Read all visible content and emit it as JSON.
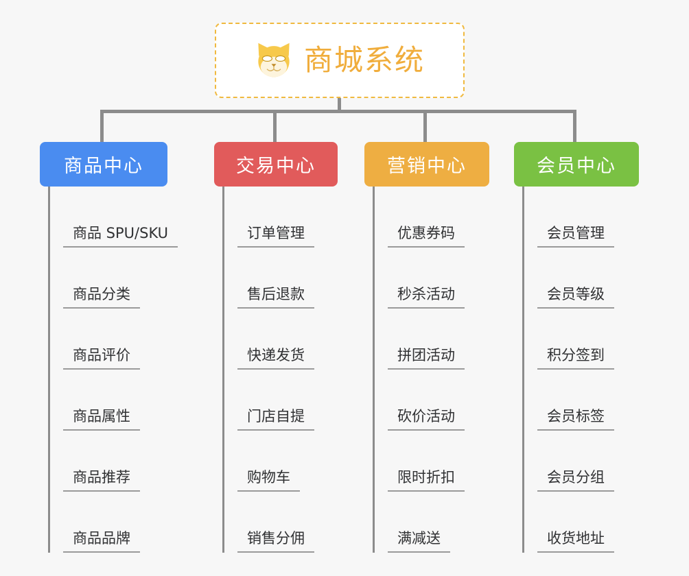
{
  "diagram": {
    "type": "mind-map",
    "background_color": "#f7f7f7",
    "root": {
      "title": "商城系统",
      "icon": "shiba-dog-icon",
      "text_color": "#f0ad3c",
      "border_color": "#f0b93f",
      "border_style": "dashed",
      "background_color": "#ffffff"
    },
    "connector_color": "#8c8c8c",
    "branches": [
      {
        "label": "商品中心",
        "color": "#4a8cf0",
        "leaves": [
          "商品 SPU/SKU",
          "商品分类",
          "商品评价",
          "商品属性",
          "商品推荐",
          "商品品牌"
        ]
      },
      {
        "label": "交易中心",
        "color": "#e15b5b",
        "leaves": [
          "订单管理",
          "售后退款",
          "快递发货",
          "门店自提",
          "购物车",
          "销售分佣"
        ]
      },
      {
        "label": "营销中心",
        "color": "#eeae42",
        "leaves": [
          "优惠券码",
          "秒杀活动",
          "拼团活动",
          "砍价活动",
          "限时折扣",
          "满减送"
        ]
      },
      {
        "label": "会员中心",
        "color": "#7ac143",
        "leaves": [
          "会员管理",
          "会员等级",
          "积分签到",
          "会员标签",
          "会员分组",
          "收货地址"
        ]
      }
    ]
  }
}
